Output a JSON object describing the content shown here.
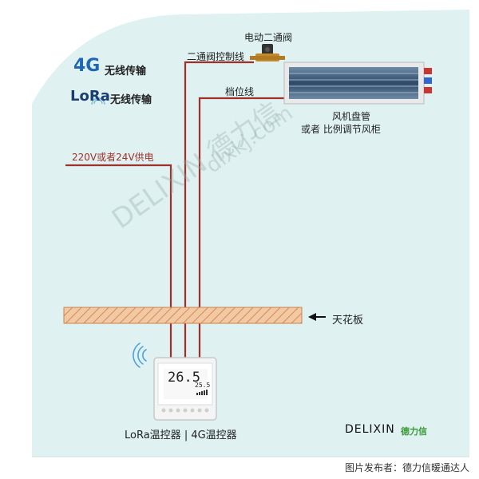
{
  "labels": {
    "valve": "电动二通阀",
    "valve_line": "二通阀控制线",
    "speed_line": "档位线",
    "fan_unit_1": "风机盘管",
    "fan_unit_2": "或者 比例调节风柜",
    "power": "220V或者24V供电",
    "ceiling": "天花板",
    "thermostat": "LoRa温控器 | 4G温控器"
  },
  "legend": {
    "g4_logo": "4G",
    "g4_text": "无线传输",
    "lora_logo": "LoRa",
    "lora_text": "无线传输"
  },
  "display": {
    "temp_main": "26.5",
    "temp_sub": "25.5"
  },
  "brand": {
    "name": "DELIXIN",
    "cn": "德力信",
    "watermark1": "DELIXIN 德力信",
    "watermark2": "dlxkj.com"
  },
  "footer": "图片发布者：德力信暖通达人",
  "colors": {
    "panel_bg": "#dff1f1",
    "wire": "#a0302a",
    "ceiling_fill": "#f1c9a5",
    "ceiling_hatch": "#d9894e",
    "brand_green": "#3a9a3a"
  }
}
